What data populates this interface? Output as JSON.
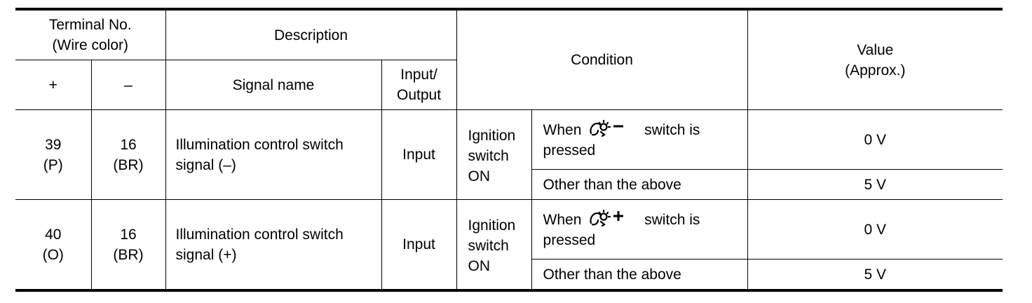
{
  "header": {
    "terminal_no": [
      "Terminal No.",
      "(Wire color)"
    ],
    "description": "Description",
    "condition": "Condition",
    "value": [
      "Value",
      "(Approx.)"
    ],
    "plus": "+",
    "minus": "–",
    "signal_name": "Signal name",
    "input_output": [
      "Input/",
      "Output"
    ]
  },
  "rows": [
    {
      "plus_terminal": "39",
      "plus_color": "(P)",
      "minus_terminal": "16",
      "minus_color": "(BR)",
      "signal_name": [
        "Illumination control switch",
        "signal (–)"
      ],
      "io": "Input",
      "ignition": [
        "Ignition",
        "switch",
        "ON"
      ],
      "icon": "illumination-minus-icon",
      "conditions": [
        {
          "when": "When",
          "after": "switch is",
          "line2": "pressed",
          "value": "0 V"
        },
        {
          "text": "Other than the above",
          "value": "5 V"
        }
      ]
    },
    {
      "plus_terminal": "40",
      "plus_color": "(O)",
      "minus_terminal": "16",
      "minus_color": "(BR)",
      "signal_name": [
        "Illumination control switch",
        "signal (+)"
      ],
      "io": "Input",
      "ignition": [
        "Ignition",
        "switch",
        "ON"
      ],
      "icon": "illumination-plus-icon",
      "conditions": [
        {
          "when": "When",
          "after": "switch is",
          "line2": "pressed",
          "value": "0 V"
        },
        {
          "text": "Other than the above",
          "value": "5 V"
        }
      ]
    }
  ]
}
